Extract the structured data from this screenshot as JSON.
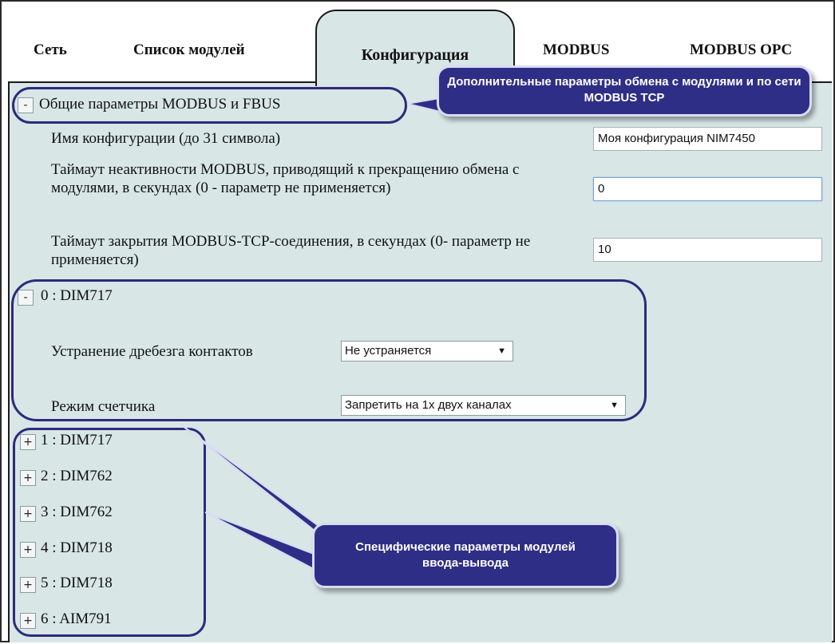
{
  "tabs": [
    "Сеть",
    "Список модулей",
    "Конфигурация",
    "MODBUS",
    "MODBUS OPC"
  ],
  "general": {
    "toggle": "-",
    "label": "Общие параметры MODBUS и FBUS",
    "fields": [
      {
        "label": "Имя конфигурации (до 31 символа)",
        "value": "Моя конфигурация NIM7450"
      },
      {
        "label": "Таймаут неактивности MODBUS, приводящий к прекращению обмена с модулями, в секундах (0 - параметр не применяется)",
        "value": "0"
      },
      {
        "label": "Таймаут закрытия MODBUS-TCP-соединения, в секундах (0- параметр не применяется)",
        "value": "10"
      }
    ]
  },
  "module0": {
    "toggle": "-",
    "label": "0 : DIM717",
    "debounce_label": "Устранение дребезга контактов",
    "debounce_value": "Не устраняется",
    "counter_label": "Режим счетчика",
    "counter_value": "Запретить на 1х двух каналах"
  },
  "modules": [
    {
      "toggle": "+",
      "label": "1 : DIM717"
    },
    {
      "toggle": "+",
      "label": "2 : DIM762"
    },
    {
      "toggle": "+",
      "label": "3 : DIM762"
    },
    {
      "toggle": "+",
      "label": "4 : DIM718"
    },
    {
      "toggle": "+",
      "label": "5 : DIM718"
    },
    {
      "toggle": "+",
      "label": "6 : AIM791"
    }
  ],
  "callouts": {
    "top": "Дополнительные параметры обмена с модулями и по сети MODBUS TCP",
    "bottom": "Специфические параметры модулей ввода-вывода"
  },
  "colors": {
    "panel": "#d8e6e6",
    "callout": "#2f2e86",
    "ring": "#2e2a7a"
  }
}
